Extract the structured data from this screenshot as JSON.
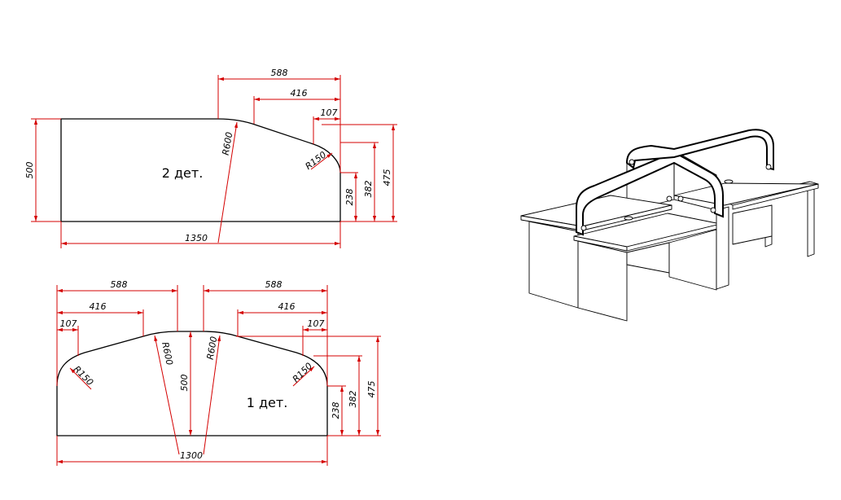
{
  "part2": {
    "label": "2 дет.",
    "dims": {
      "d588": "588",
      "d416": "416",
      "d107": "107",
      "r600": "R600",
      "r150": "R150",
      "d500": "500",
      "d238": "238",
      "d382": "382",
      "d475": "475",
      "d1350": "1350"
    }
  },
  "part1": {
    "label": "1 дет.",
    "dims": {
      "d588_left": "588",
      "d588_right": "588",
      "d416_left": "416",
      "d416_right": "416",
      "d107_left": "107",
      "d107_right": "107",
      "r150_left": "R150",
      "r150_right": "R150",
      "r600_left": "R600",
      "r600_right": "R600",
      "d500": "500",
      "d238": "238",
      "d382": "382",
      "d475": "475",
      "d1300": "1300"
    }
  },
  "colors": {
    "dimension": "#d40000",
    "outline": "#000000",
    "background": "#ffffff"
  }
}
